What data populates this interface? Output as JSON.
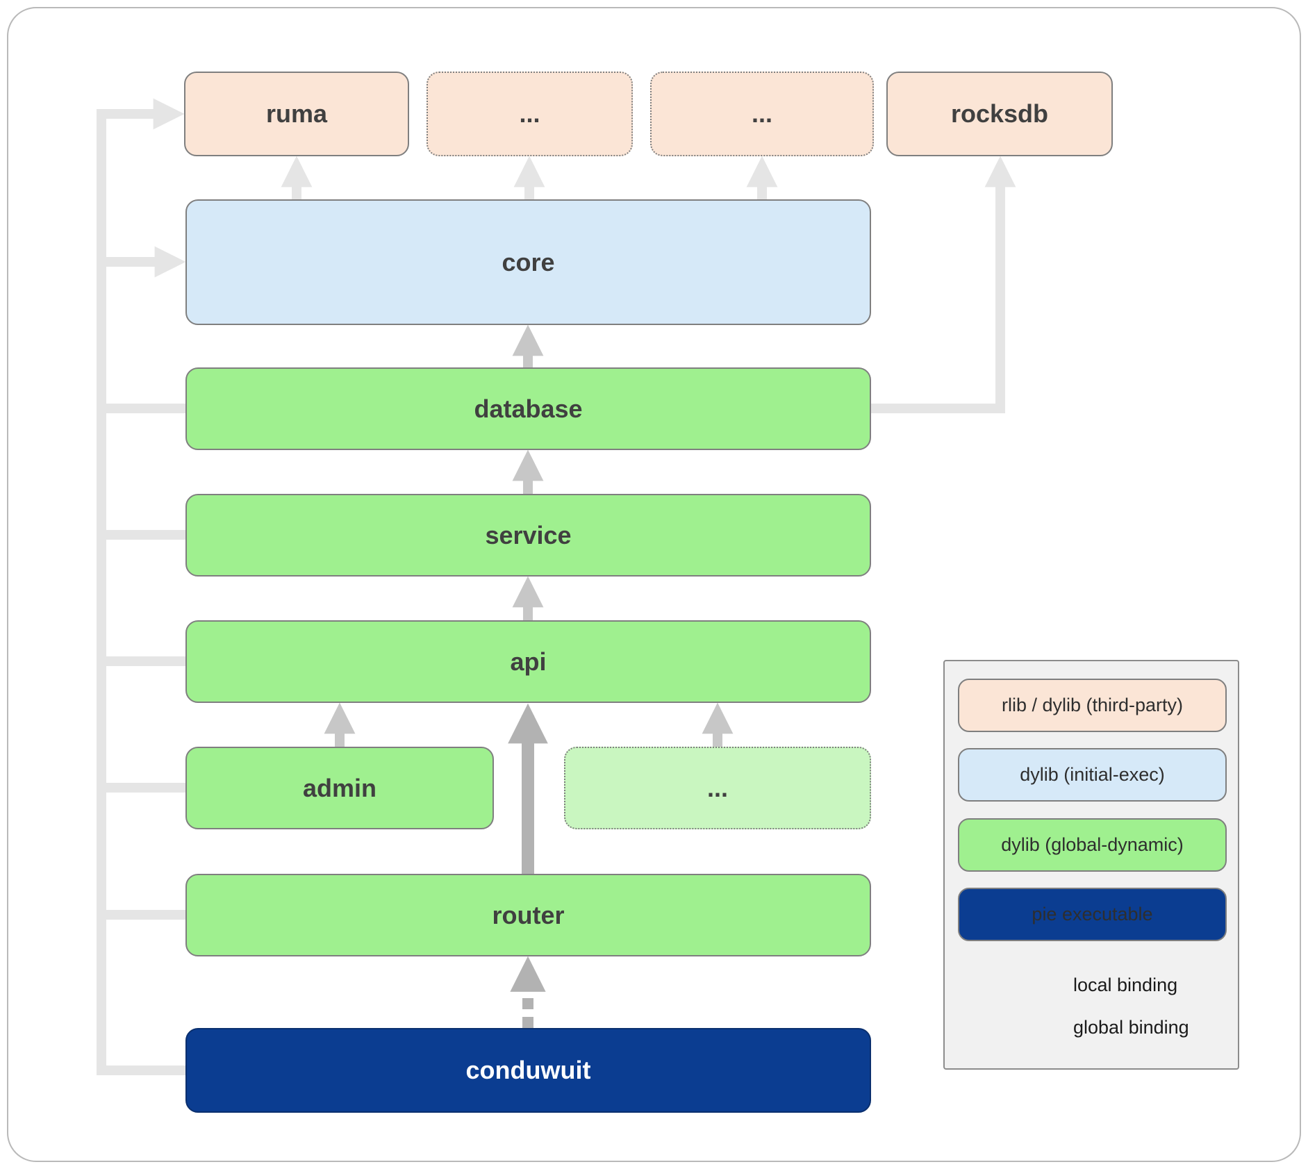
{
  "nodes": {
    "ruma": "ruma",
    "thirdparty_more_1": "...",
    "thirdparty_more_2": "...",
    "rocksdb": "rocksdb",
    "core": "core",
    "database": "database",
    "service": "service",
    "api": "api",
    "admin": "admin",
    "api_more": "...",
    "router": "router",
    "conduwuit": "conduwuit"
  },
  "legend": {
    "items": [
      {
        "label": "rlib / dylib (third-party)",
        "type": "third-party"
      },
      {
        "label": "dylib (initial-exec)",
        "type": "initial-exec"
      },
      {
        "label": "dylib (global-dynamic)",
        "type": "global-dynamic"
      },
      {
        "label": "pie executable",
        "type": "pie"
      }
    ],
    "local_binding": "local binding",
    "global_binding": "global binding"
  },
  "colors": {
    "third-party": "#fbe5d6",
    "initial-exec": "#d6e9f8",
    "global-dynamic": "#9ff08f",
    "global-dynamic-alt": "#c9f6c0",
    "pie": "#0b3d91",
    "arrow-light": "#e5e5e5",
    "arrow-mid": "#c7c7c7",
    "arrow-dark": "#b2b2b2",
    "node-border": "#7f7f7f",
    "text": "#404040"
  }
}
